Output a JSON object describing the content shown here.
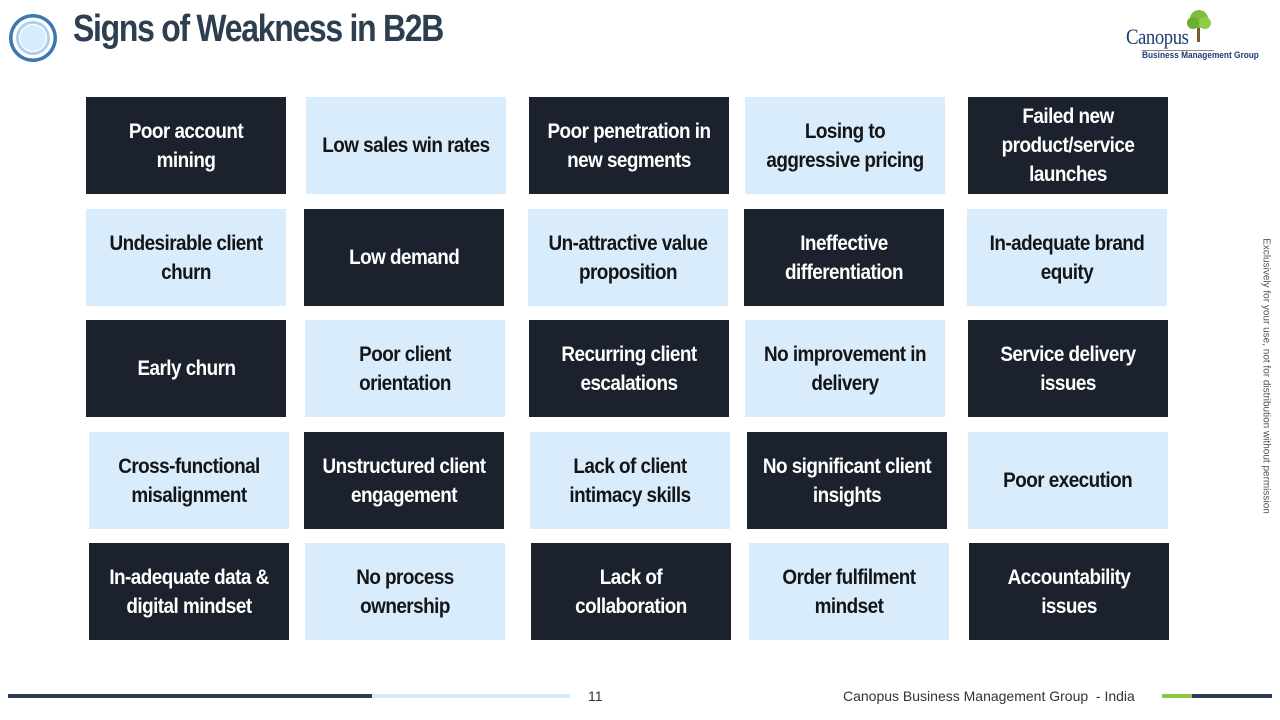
{
  "header": {
    "title": "Signs of Weakness in B2B"
  },
  "logo": {
    "name": "Canopus",
    "subtitle": "Business Management Group"
  },
  "tiles": [
    {
      "label": "Poor account mining",
      "style": "dark"
    },
    {
      "label": "Low sales win rates",
      "style": "light"
    },
    {
      "label": "Poor penetration in new segments",
      "style": "dark"
    },
    {
      "label": "Losing to aggressive pricing",
      "style": "light"
    },
    {
      "label": "Failed new product/service launches",
      "style": "dark"
    },
    {
      "label": "Undesirable client churn",
      "style": "light"
    },
    {
      "label": "Low demand",
      "style": "dark"
    },
    {
      "label": "Un-attractive value proposition",
      "style": "light"
    },
    {
      "label": "Ineffective differentiation",
      "style": "dark"
    },
    {
      "label": "In-adequate brand equity",
      "style": "light"
    },
    {
      "label": "Early churn",
      "style": "dark"
    },
    {
      "label": "Poor client orientation",
      "style": "light"
    },
    {
      "label": "Recurring client escalations",
      "style": "dark"
    },
    {
      "label": "No improvement in delivery",
      "style": "light"
    },
    {
      "label": "Service delivery issues",
      "style": "dark"
    },
    {
      "label": "Cross-functional misalignment",
      "style": "light"
    },
    {
      "label": "Unstructured client engagement",
      "style": "dark"
    },
    {
      "label": "Lack of client intimacy skills",
      "style": "light"
    },
    {
      "label": "No significant client insights",
      "style": "dark"
    },
    {
      "label": "Poor execution",
      "style": "light"
    },
    {
      "label": "In-adequate data & digital mindset",
      "style": "dark"
    },
    {
      "label": "No process ownership",
      "style": "light"
    },
    {
      "label": "Lack of collaboration",
      "style": "dark"
    },
    {
      "label": "Order fulfilment mindset",
      "style": "light"
    },
    {
      "label": "Accountability issues",
      "style": "dark"
    }
  ],
  "side_note": "Exclusively for your use, not for distribution without permission",
  "footer": {
    "page_number": "11",
    "text": "Canopus Business Management Group  - India"
  },
  "colors": {
    "dark_tile": "#1b222d",
    "light_tile": "#d9ecfb",
    "title": "#2d3e50",
    "accent_green": "#8dc63f"
  }
}
